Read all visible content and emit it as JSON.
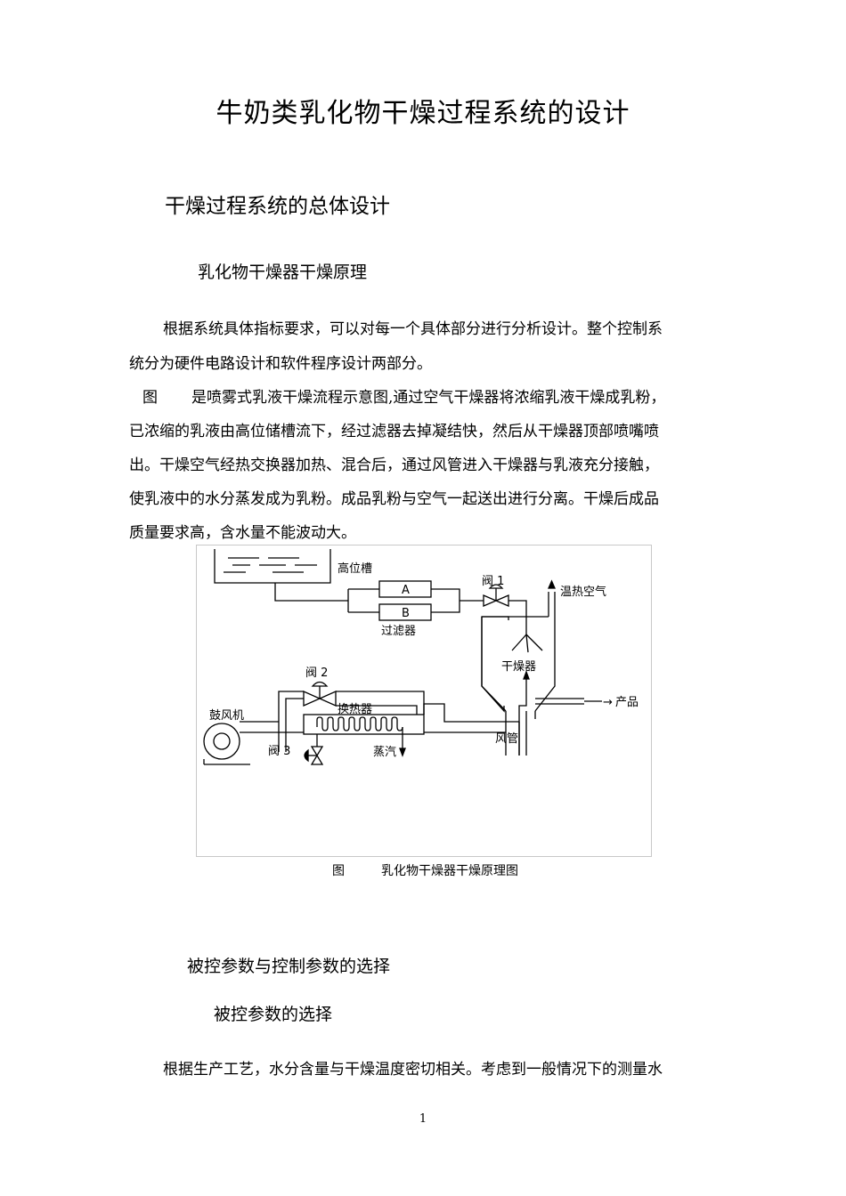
{
  "title": "牛奶类乳化物干燥过程系统的设计",
  "section1": "干燥过程系统的总体设计",
  "section1_1": "乳化物干燥器干燥原理",
  "para1": [
    "根据系统具体指标要求，可以对每一个具体部分进行分析设计。整个控制系",
    "统分为硬件电路设计和软件程序设计两部分。"
  ],
  "para2_prefix": "图",
  "para2": [
    "是喷雾式乳液干燥流程示意图,通过空气干燥器将浓缩乳液干燥成乳粉，",
    "已浓缩的乳液由高位储槽流下，经过滤器去掉凝结快，然后从干燥器顶部喷嘴喷",
    "出。干燥空气经热交换器加热、混合后，通过风管进入干燥器与乳液充分接触，",
    "使乳液中的水分蒸发成为乳粉。成品乳粉与空气一起送出进行分离。干燥后成品",
    "质量要求高，含水量不能波动大。"
  ],
  "figure": {
    "labels": {
      "tank": "高位槽",
      "filter_a": "A",
      "filter_b": "B",
      "filter": "过滤器",
      "valve1": "阀 1",
      "warm_air": "温热空气",
      "dryer": "干燥器",
      "product": "产品",
      "valve2": "阀 2",
      "heat_exchanger": "换热器",
      "blower": "鼓风机",
      "valve3": "阀 3",
      "steam": "蒸汽",
      "air_duct": "风管"
    },
    "caption_prefix": "图",
    "caption": "乳化物干燥器干燥原理图"
  },
  "section2": "被控参数与控制参数的选择",
  "section2_1": "被控参数的选择",
  "para3": "根据生产工艺，水分含量与干燥温度密切相关。考虑到一般情况下的测量水",
  "page_number": "1"
}
